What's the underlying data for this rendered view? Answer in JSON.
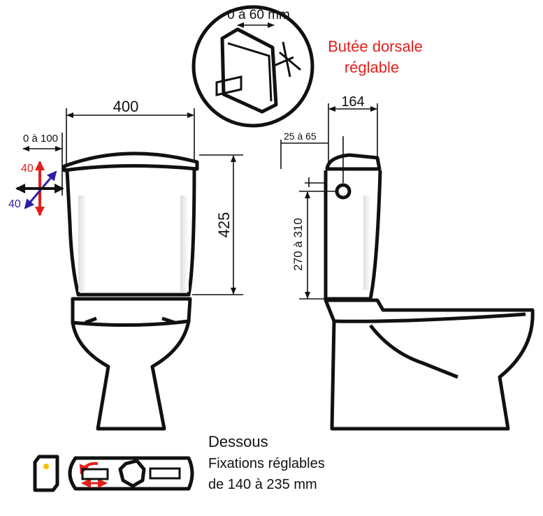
{
  "dimensions": {
    "width": "400",
    "height": "425",
    "side_offset": "0 à 100",
    "vertical_adjust": "40",
    "diagonal_adjust": "40",
    "depth": "164",
    "pipe_offset": "25 à 65",
    "inlet_height": "270 à 310",
    "backstop_range": "0 à 60 mm"
  },
  "labels": {
    "backstop_line1": "Butée dorsale",
    "backstop_line2": "réglable",
    "underside_title": "Dessous",
    "underside_line1": "Fixations réglables",
    "underside_line2": "de 140 à 235 mm"
  },
  "colors": {
    "red": "#e0201c",
    "blue": "#2b1fa6",
    "yellow": "#f2c200"
  }
}
